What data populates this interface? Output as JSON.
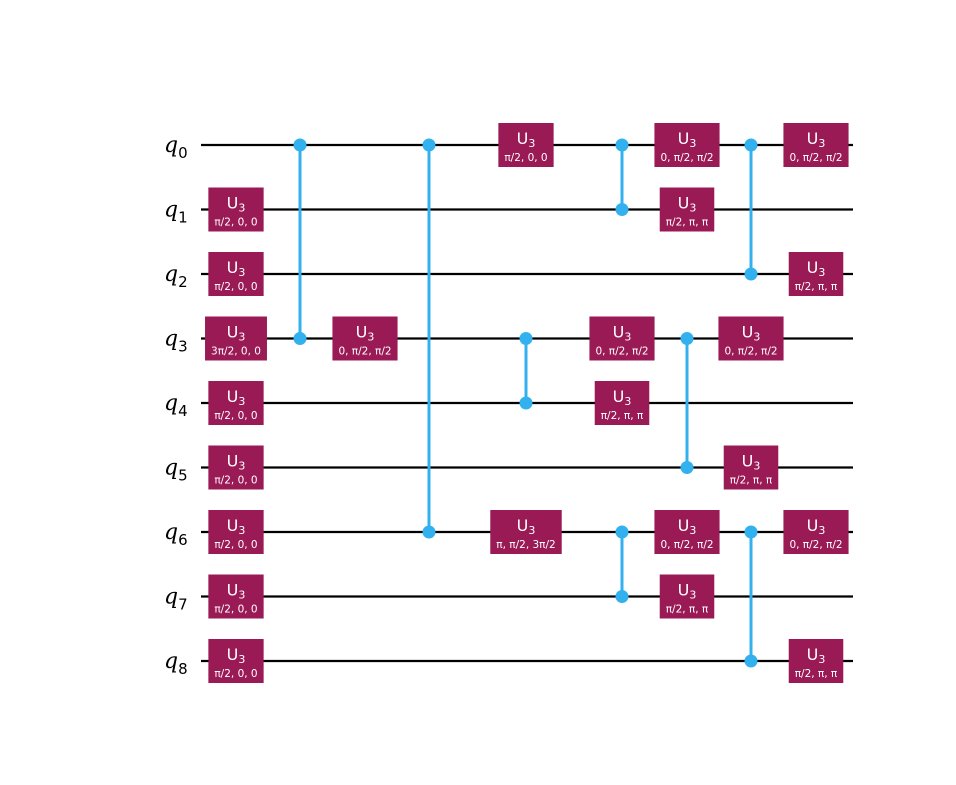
{
  "diagram": {
    "qubit_labels": [
      {
        "base": "q",
        "index": "0"
      },
      {
        "base": "q",
        "index": "1"
      },
      {
        "base": "q",
        "index": "2"
      },
      {
        "base": "q",
        "index": "3"
      },
      {
        "base": "q",
        "index": "4"
      },
      {
        "base": "q",
        "index": "5"
      },
      {
        "base": "q",
        "index": "6"
      },
      {
        "base": "q",
        "index": "7"
      },
      {
        "base": "q",
        "index": "8"
      }
    ],
    "gate_name": "U",
    "gate_subscript": "3",
    "gates": [
      {
        "qubit": 1,
        "column": 0,
        "params": "π/2, 0, 0"
      },
      {
        "qubit": 2,
        "column": 0,
        "params": "π/2, 0, 0"
      },
      {
        "qubit": 3,
        "column": 0,
        "params": "3π/2, 0, 0"
      },
      {
        "qubit": 4,
        "column": 0,
        "params": "π/2, 0, 0"
      },
      {
        "qubit": 5,
        "column": 0,
        "params": "π/2, 0, 0"
      },
      {
        "qubit": 6,
        "column": 0,
        "params": "π/2, 0, 0"
      },
      {
        "qubit": 7,
        "column": 0,
        "params": "π/2, 0, 0"
      },
      {
        "qubit": 8,
        "column": 0,
        "params": "π/2, 0, 0"
      },
      {
        "qubit": 3,
        "column": 2,
        "params": "0, π/2, π/2"
      },
      {
        "qubit": 0,
        "column": 4,
        "params": "π/2, 0, 0"
      },
      {
        "qubit": 6,
        "column": 4,
        "params": "π, π/2, 3π/2"
      },
      {
        "qubit": 3,
        "column": 5,
        "params": "0, π/2, π/2"
      },
      {
        "qubit": 4,
        "column": 5,
        "params": "π/2, π, π"
      },
      {
        "qubit": 0,
        "column": 6,
        "params": "0, π/2, π/2"
      },
      {
        "qubit": 1,
        "column": 6,
        "params": "π/2, π, π"
      },
      {
        "qubit": 6,
        "column": 6,
        "params": "0, π/2, π/2"
      },
      {
        "qubit": 7,
        "column": 6,
        "params": "π/2, π, π"
      },
      {
        "qubit": 3,
        "column": 7,
        "params": "0, π/2, π/2"
      },
      {
        "qubit": 5,
        "column": 7,
        "params": "π/2, π, π"
      },
      {
        "qubit": 0,
        "column": 8,
        "params": "0, π/2, π/2"
      },
      {
        "qubit": 2,
        "column": 8,
        "params": "π/2, π, π"
      },
      {
        "qubit": 6,
        "column": 8,
        "params": "0, π/2, π/2"
      },
      {
        "qubit": 8,
        "column": 8,
        "params": "π/2, π, π"
      }
    ],
    "controlled_z": [
      {
        "column": 1,
        "qubits": [
          0,
          3
        ]
      },
      {
        "column": 3,
        "qubits": [
          0,
          6
        ]
      },
      {
        "column": 4,
        "qubits": [
          3,
          4
        ]
      },
      {
        "column": 5,
        "qubits": [
          0,
          1
        ]
      },
      {
        "column": 5,
        "qubits": [
          6,
          7
        ]
      },
      {
        "column": 6,
        "qubits": [
          3,
          5
        ]
      },
      {
        "column": 7,
        "qubits": [
          0,
          2
        ]
      },
      {
        "column": 7,
        "qubits": [
          6,
          8
        ]
      }
    ],
    "colors": {
      "gate_fill": "#9a1a55",
      "gate_text": "#ffffff",
      "control": "#33b1ee",
      "wire": "#000000",
      "background": "#ffffff"
    }
  }
}
